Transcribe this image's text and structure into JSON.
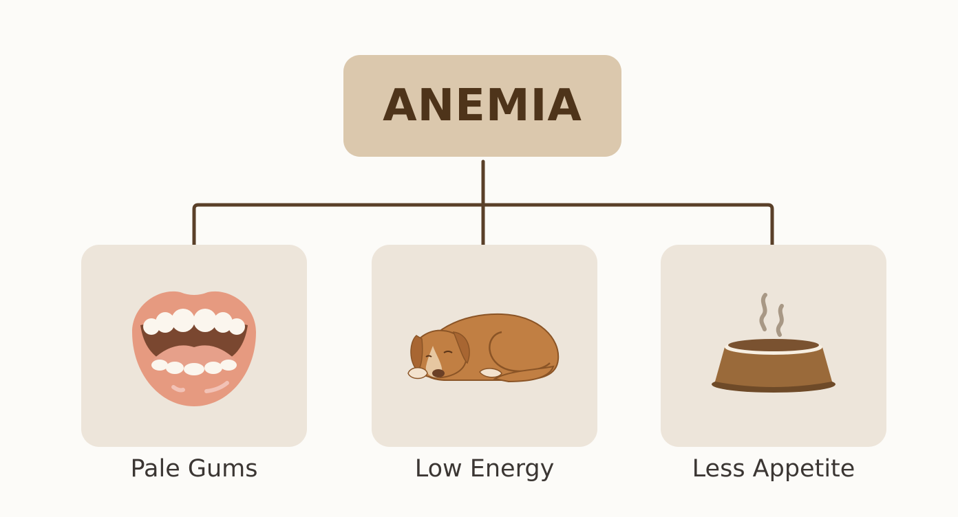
{
  "diagram": {
    "root": {
      "label": "ANEMIA",
      "color": "#dbc8ad",
      "text_color": "#4e341a"
    },
    "connector_color": "#5a4029",
    "children": [
      {
        "label": "Pale Gums",
        "icon": "open-mouth-icon"
      },
      {
        "label": "Low Energy",
        "icon": "sleeping-dog-icon"
      },
      {
        "label": "Less Appetite",
        "icon": "food-bowl-icon"
      }
    ],
    "card_color": "#ede5da"
  }
}
